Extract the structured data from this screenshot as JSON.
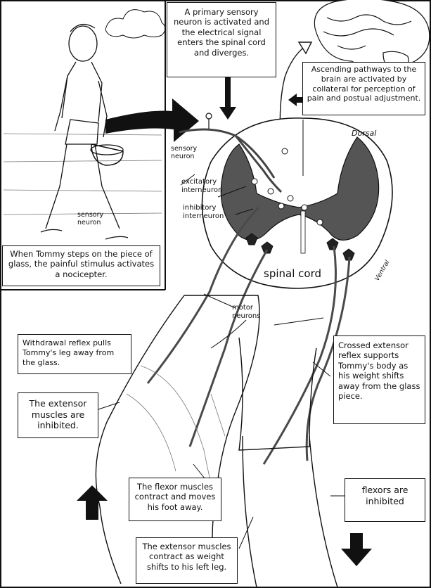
{
  "captions": {
    "primary_neuron": "A primary sensory neuron is activated and the electrical signal enters the spinal cord and diverges.",
    "ascending": "Ascending pathways to the brain are activated by collateral for perception of pain and postual adjustment.",
    "nociceptor": "When Tommy steps on the piece of glass, the painful stimulus activates a nocicepter.",
    "withdrawal": "Withdrawal reflex pulls Tommy's leg away from the glass.",
    "crossed": "Crossed extensor reflex supports Tommy's body as his weight shifts away from the glass piece.",
    "extensor_inhibited": "The extensor muscles are inhibited.",
    "flexor_contract": "The flexor muscles contract and moves his foot away.",
    "flexors_inhibited": "flexors are inhibited",
    "extensor_contract": "The extensor muscles contract as weight shifts to his left leg."
  },
  "labels": {
    "dorsal": "Dorsal",
    "ventral": "Ventral",
    "spinal_cord": "spinal cord",
    "sensory_neuron_cord": "sensory neuron",
    "sensory_neuron_foot": "sensory neuron",
    "excitatory": "excitatory interneuron",
    "inhibitory": "inhibitory interneuron",
    "motor_neurons": "motor neurons"
  },
  "colors": {
    "ink": "#111111",
    "gray_matter": "#555555",
    "neuron": "#4a4a4a",
    "paper": "#ffffff"
  }
}
